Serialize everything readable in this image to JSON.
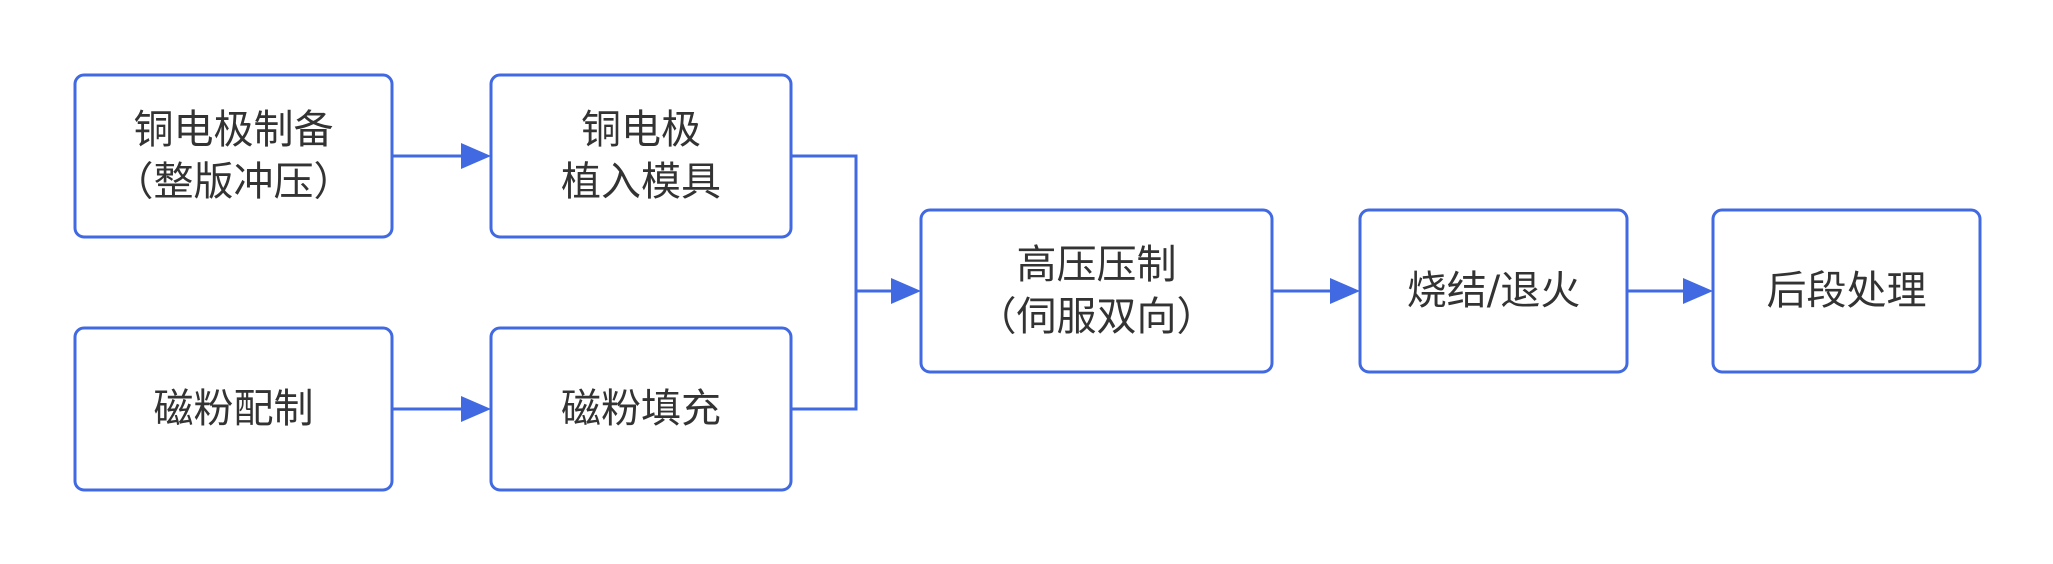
{
  "colors": {
    "accent": "#4169E1",
    "text": "#333333",
    "background": "#FFFFFF"
  },
  "nodes": [
    {
      "id": "copper-electrode-prep",
      "lines": [
        "铜电极制备",
        "（整版冲压）"
      ]
    },
    {
      "id": "copper-electrode-mold",
      "lines": [
        "铜电极",
        "植入模具"
      ]
    },
    {
      "id": "magnetic-powder-prep",
      "lines": [
        "磁粉配制"
      ]
    },
    {
      "id": "magnetic-powder-fill",
      "lines": [
        "磁粉填充"
      ]
    },
    {
      "id": "high-pressure-press",
      "lines": [
        "高压压制",
        "（伺服双向）"
      ]
    },
    {
      "id": "sinter-anneal",
      "lines": [
        "烧结/退火"
      ]
    },
    {
      "id": "post-process",
      "lines": [
        "后段处理"
      ]
    }
  ],
  "edges": [
    {
      "from": "copper-electrode-prep",
      "to": "copper-electrode-mold"
    },
    {
      "from": "magnetic-powder-prep",
      "to": "magnetic-powder-fill"
    },
    {
      "from": "copper-electrode-mold",
      "to": "high-pressure-press"
    },
    {
      "from": "magnetic-powder-fill",
      "to": "high-pressure-press"
    },
    {
      "from": "high-pressure-press",
      "to": "sinter-anneal"
    },
    {
      "from": "sinter-anneal",
      "to": "post-process"
    }
  ]
}
